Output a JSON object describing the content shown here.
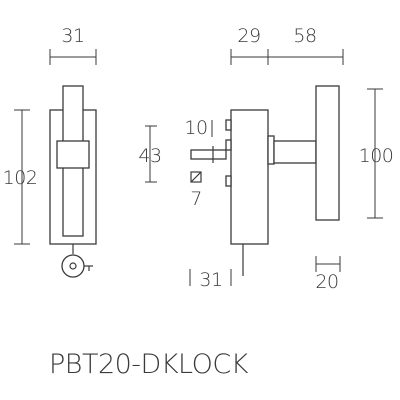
{
  "product_code": "PBT20-DKLOCK",
  "dimensions": {
    "front_width": "31",
    "front_height": "102",
    "side_base_depth": "29",
    "side_handle_length": "58",
    "handle_height": "100",
    "spindle_offset": "43",
    "spindle_upper": "10",
    "spindle_square": "7",
    "cylinder_offset": "31",
    "grip_diameter": "20"
  },
  "colors": {
    "line": "#3a3a3a",
    "background": "#ffffff"
  }
}
